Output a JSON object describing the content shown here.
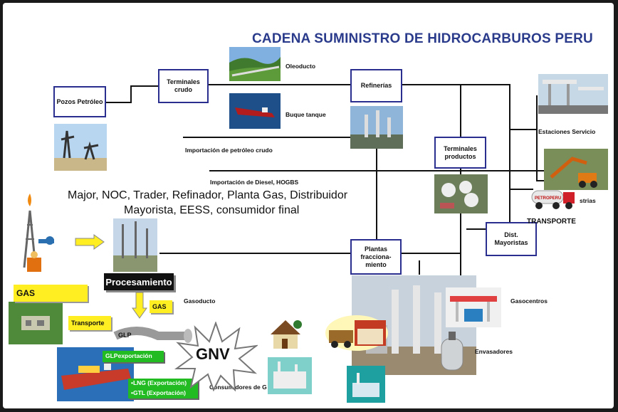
{
  "title": "CADENA SUMINISTRO DE HIDROCARBUROS PERU",
  "boxes": {
    "pozos": "Pozos Petróleo",
    "terminales_crudo": "Terminales crudo",
    "refinerias": "Refinerías",
    "terminales_productos": "Terminales productos",
    "plantas": "Plantas fracciona-miento",
    "dist_mayoristas": "Dist. Mayoristas"
  },
  "labels": {
    "oleoducto": "Oleoducto",
    "buque": "Buque tanque",
    "import_crudo": "Importación de petróleo crudo",
    "import_diesel": "Importación de Diesel, HOGBS",
    "estaciones": "Estaciones Servicio",
    "industrias": "strias",
    "transporte_caps": "TRANSPORTE",
    "gasoducto": "Gasoducto",
    "gasocentros": "Gasocentros",
    "envasadores": "Envasadores",
    "consumidores": "Consumidores de G",
    "glp": "GLP"
  },
  "actors": {
    "line1": "Major, NOC, Trader, Refinador, Planta Gas, Distribuidor",
    "line2": "Mayorista, EESS, consumidor final"
  },
  "callouts": {
    "procesamiento": "Procesamiento",
    "gas": "GAS",
    "gas_small": "GAS",
    "transporte": "Transporte",
    "glp_export": "GLPexportación",
    "lng": "•LNG (Exportación)",
    "gtl": "•GTL (Exportación)",
    "gnv": "GNV"
  },
  "truck_brand": "PETROPERU",
  "colors": {
    "title": "#2b3b8c",
    "box_border": "#2a2f8f",
    "callout_yellow": "#ffee22",
    "callout_green": "#22bb22"
  }
}
